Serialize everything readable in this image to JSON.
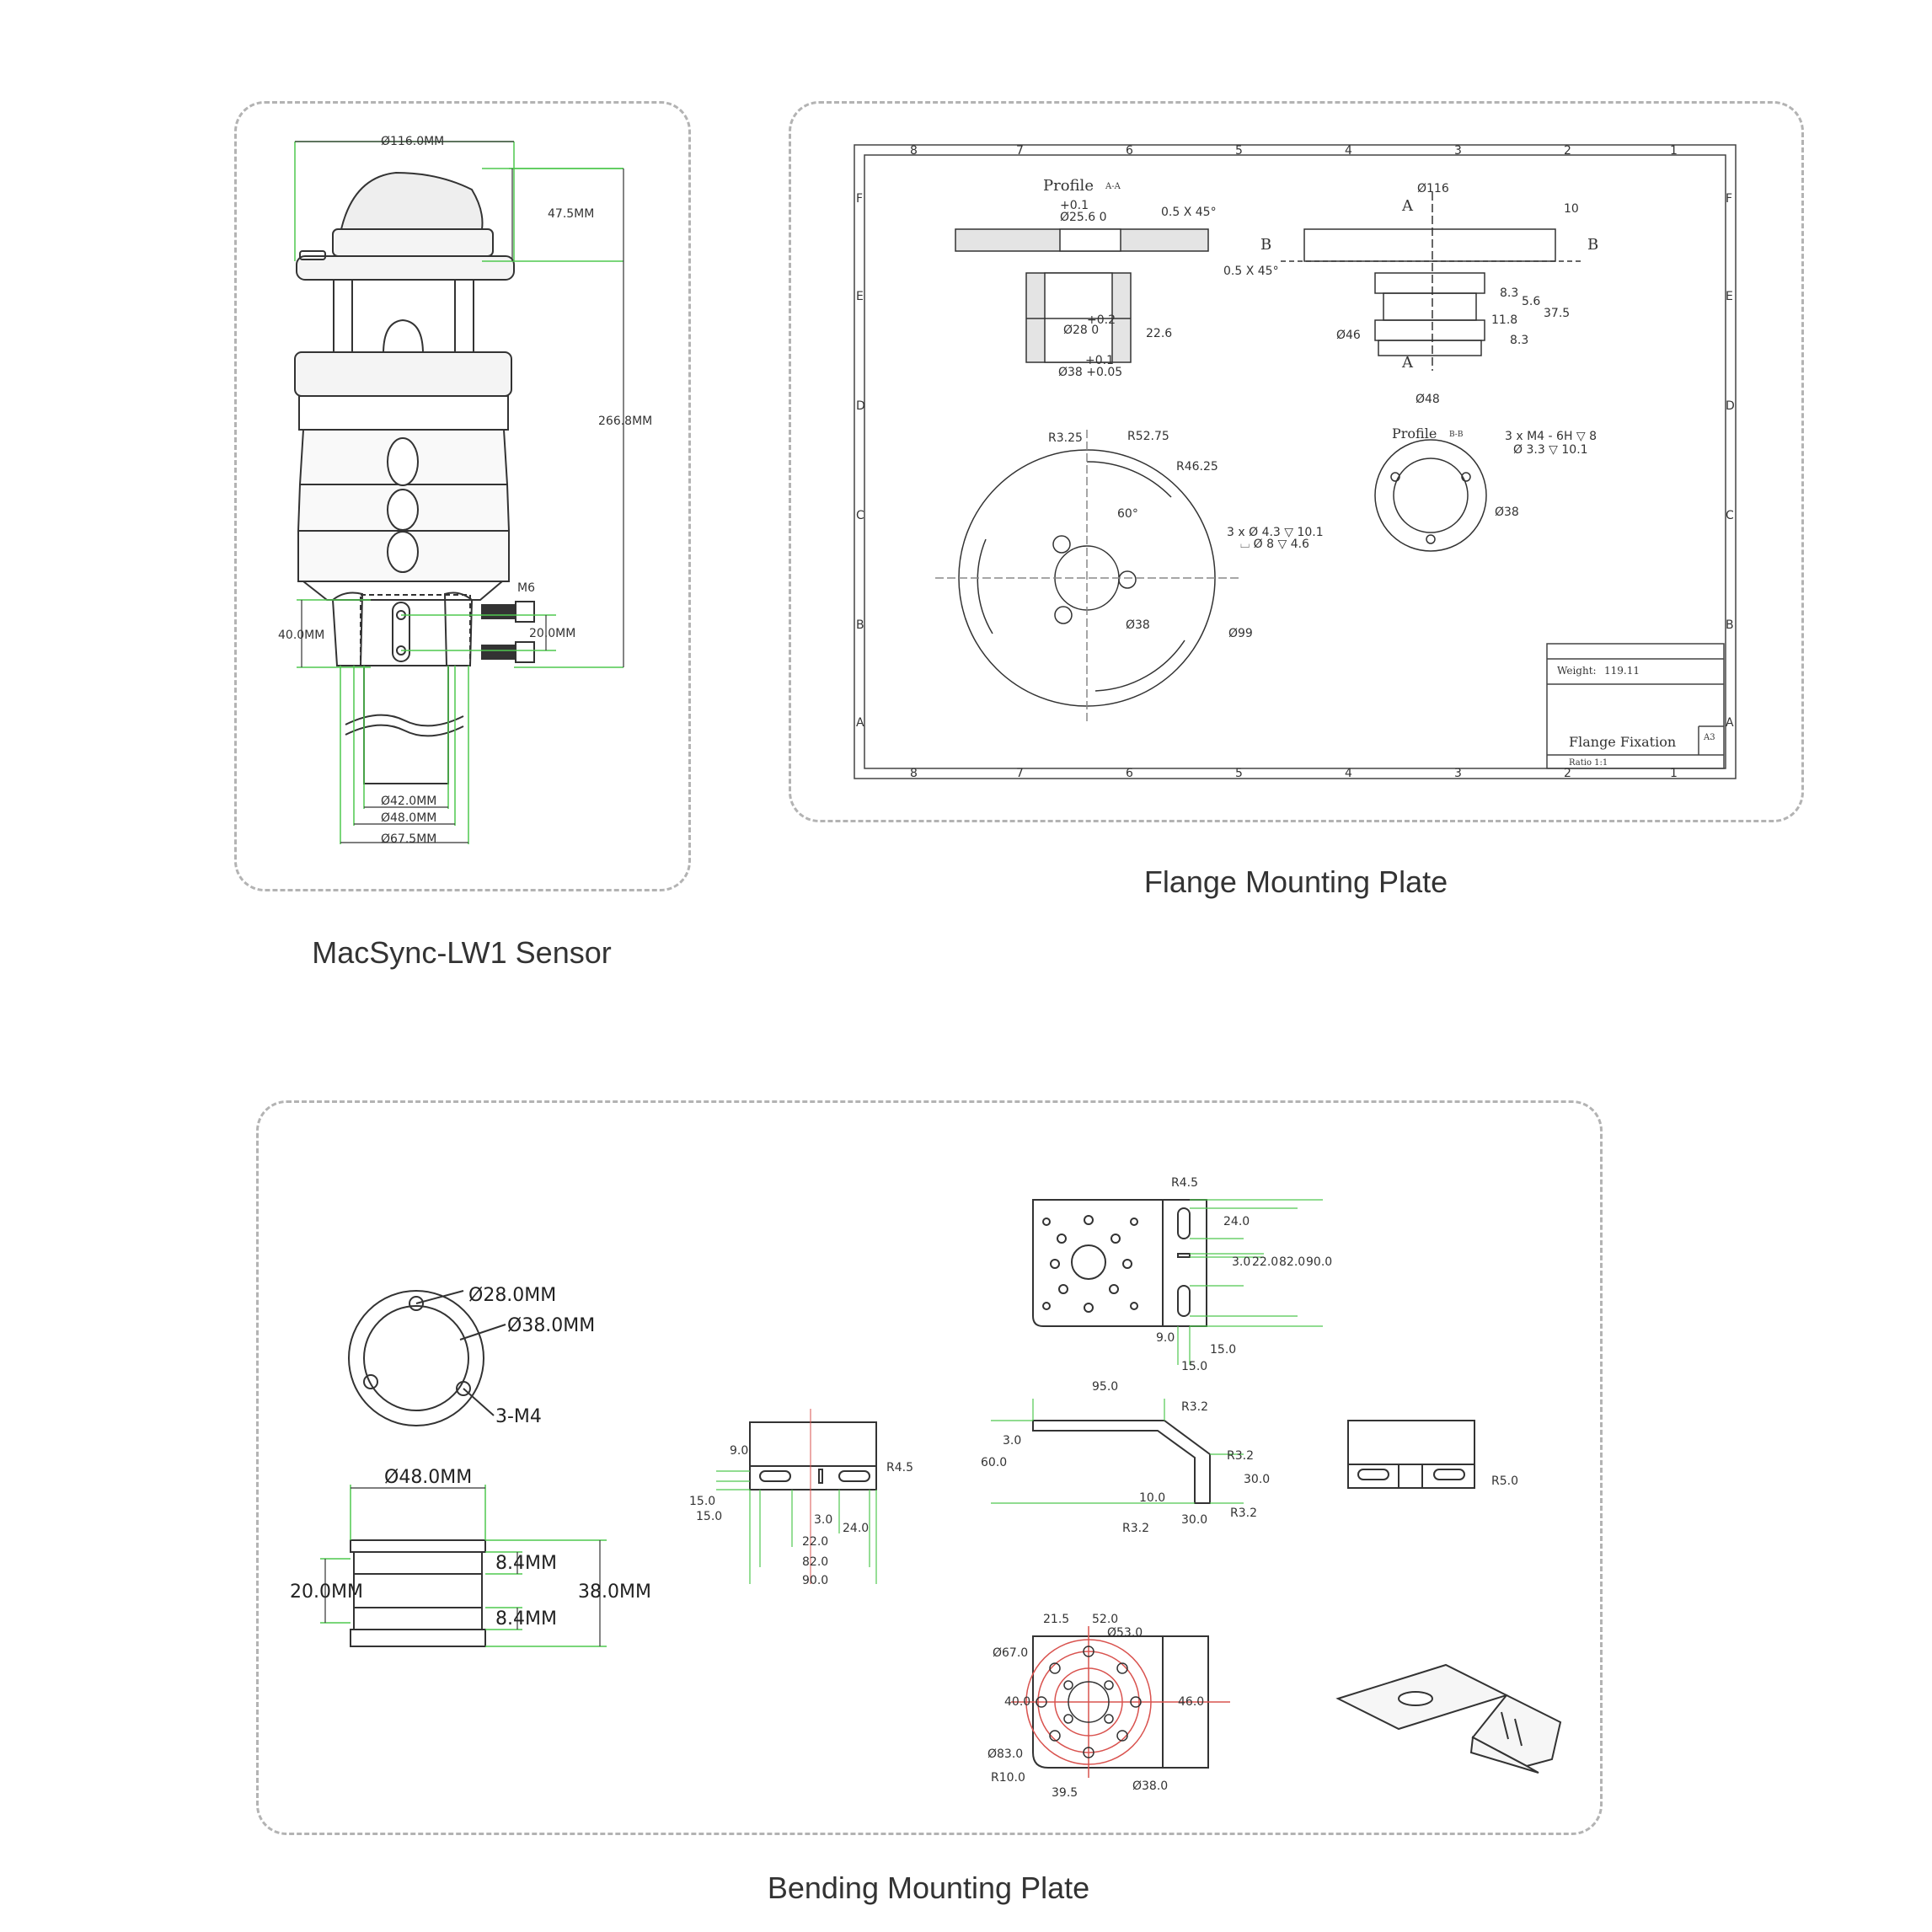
{
  "captions": {
    "sensor": "MacSync-LW1 Sensor",
    "flange": "Flange Mounting Plate",
    "bending": "Bending Mounting Plate"
  },
  "sensor_dims": {
    "top_dia": "Ø116.0MM",
    "dome_h": "47.5MM",
    "total_h": "266.8MM",
    "screw": "M6",
    "clamp_h": "40.0MM",
    "hole_spacing": "20.0MM",
    "d1": "Ø42.0MM",
    "d2": "Ø48.0MM",
    "d3": "Ø67.5MM"
  },
  "flange_drawing": {
    "top_cols": [
      "8",
      "7",
      "6",
      "5",
      "4",
      "3",
      "2",
      "1"
    ],
    "rows": [
      "F",
      "E",
      "D",
      "C",
      "B",
      "A"
    ],
    "profile_aa": "Profile",
    "profile_aa_tag": "A-A",
    "profile_bb": "Profile",
    "profile_bb_tag": "B-B",
    "aa_tol_top": "+0.1",
    "aa_d1": "Ø25.6  0",
    "chamfer1": "0.5 X 45°",
    "chamfer2": "0.5 X 45°",
    "aa_tol_mid": "+0.2",
    "aa_d2": "Ø28  0",
    "aa_h": "22.6",
    "aa_tol_bot": "+0.1",
    "aa_d3": "Ø38 +0.05",
    "side_d": "Ø116",
    "side_t": "10",
    "side_h1": "8.3",
    "side_h2": "5.6",
    "side_h3": "11.8",
    "side_h4": "37.5",
    "side_h5": "8.3",
    "side_d46": "Ø46",
    "side_d48": "Ø48",
    "label_a": "A",
    "label_b": "B",
    "r1": "R3.25",
    "r2": "R52.75",
    "r3": "R46.25",
    "angle": "60°",
    "holes1": "3 x Ø 4.3 ▽ 10.1",
    "holes1b": "⌴ Ø 8 ▽ 4.6",
    "d38": "Ø38",
    "d99": "Ø99",
    "bb_holes": "3 x M4 - 6H ▽ 8",
    "bb_holes2": "Ø 3.3 ▽ 10.1",
    "bb_d38": "Ø38",
    "weight_label": "Weight:",
    "weight_value": "119.11",
    "title": "Flange Fixation",
    "sheet": "A3",
    "ratio": "Ratio  1:1"
  },
  "bending_dims": {
    "adapter_d28": "Ø28.0MM",
    "adapter_d38": "Ø38.0MM",
    "adapter_m4": "3-M4",
    "adapter_d48": "Ø48.0MM",
    "adapter_84a": "8.4MM",
    "adapter_84b": "8.4MM",
    "adapter_20": "20.0MM",
    "adapter_38": "38.0MM",
    "front_9": "9.0",
    "front_15a": "15.0",
    "front_15b": "15.0",
    "front_r45": "R4.5",
    "front_3": "3.0",
    "front_22": "22.0",
    "front_24": "24.0",
    "front_82": "82.0",
    "front_90": "90.0",
    "top_r45": "R4.5",
    "top_24": "24.0",
    "top_3": "3.0",
    "top_22": "22.0",
    "top_82": "82.0",
    "top_90": "90.0",
    "top_9": "9.0",
    "top_15a": "15.0",
    "top_15b": "15.0",
    "side_95": "95.0",
    "side_r32a": "R3.2",
    "side_3": "3.0",
    "side_60": "60.0",
    "side_r32b": "R3.2",
    "side_30a": "30.0",
    "side_10": "10.0",
    "side_r32c": "R3.2",
    "side_30b": "30.0",
    "side_r32d": "R3.2",
    "end_r5": "R5.0",
    "plan_215": "21.5",
    "plan_52": "52.0",
    "plan_d53": "Ø53.0",
    "plan_d67": "Ø67.0",
    "plan_40": "40.0",
    "plan_46": "46.0",
    "plan_d83": "Ø83.0",
    "plan_r10": "R10.0",
    "plan_395": "39.5",
    "plan_d38": "Ø38.0"
  },
  "colors": {
    "dim_green": "#4fc84f",
    "center_red": "#d9534f",
    "line": "#333333",
    "panel_border": "#b3b3b3"
  }
}
